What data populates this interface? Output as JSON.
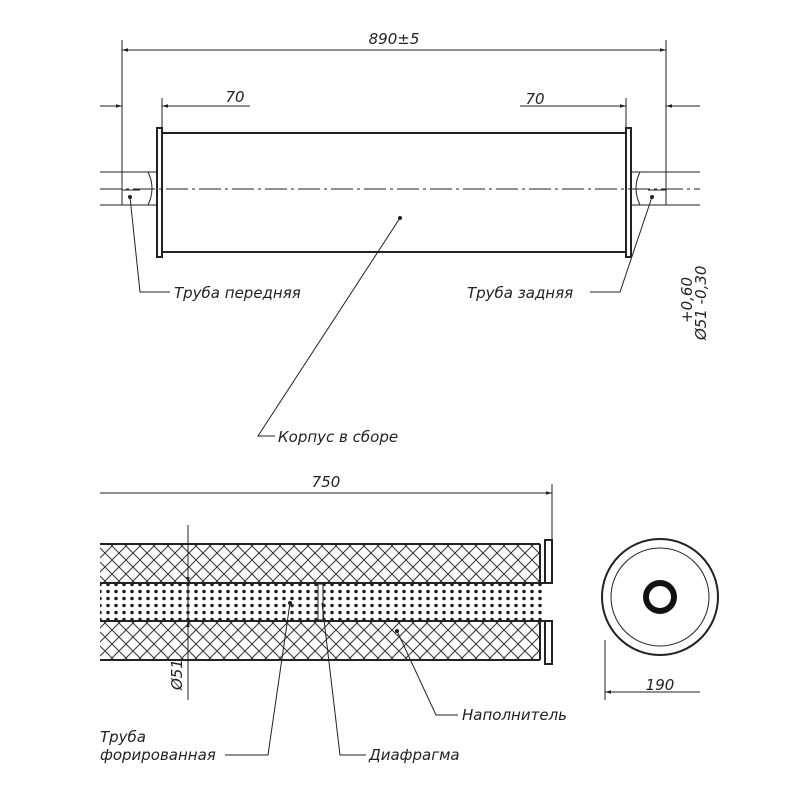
{
  "dimensions": {
    "overall_length": "890±5",
    "left_pipe_length": "70",
    "right_pipe_length": "70",
    "body_length": "750",
    "pipe_diameter": "Ø51",
    "end_diameter": "190",
    "tolerance_upper": "+0,60",
    "tolerance_partial": "Ø51 -0,30"
  },
  "labels": {
    "front_pipe": "Труба передняя",
    "rear_pipe": "Труба задняя",
    "body_assembly": "Корпус в сборе",
    "perforated_pipe_line1": "Труба",
    "perforated_pipe_line2": "форированная",
    "diaphragm": "Диафрагма",
    "filler": "Наполнитель"
  }
}
